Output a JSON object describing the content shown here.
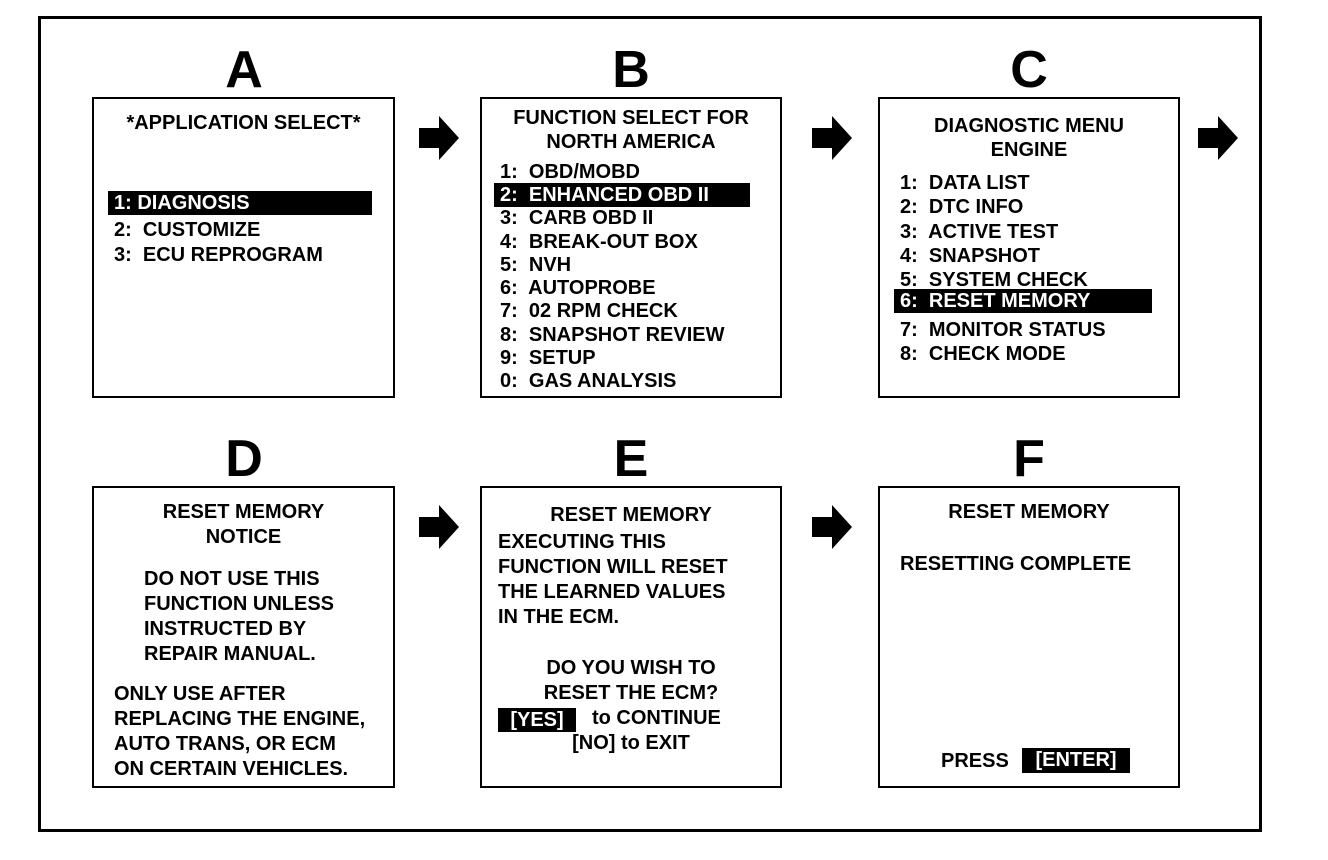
{
  "panels": {
    "a": {
      "letter": "A",
      "title": "*APPLICATION SELECT*",
      "items": [
        "1: DIAGNOSIS",
        "2:  CUSTOMIZE",
        "3:  ECU REPROGRAM"
      ]
    },
    "b": {
      "letter": "B",
      "title": [
        "FUNCTION SELECT FOR",
        "NORTH AMERICA"
      ],
      "items": [
        "1:  OBD/MOBD",
        "2:  ENHANCED OBD II",
        "3:  CARB OBD II",
        "4:  BREAK-OUT BOX",
        "5:  NVH",
        "6:  AUTOPROBE",
        "7:  02 RPM CHECK",
        "8:  SNAPSHOT REVIEW",
        "9:  SETUP",
        "0:  GAS ANALYSIS"
      ]
    },
    "c": {
      "letter": "C",
      "title": [
        "DIAGNOSTIC MENU",
        "ENGINE"
      ],
      "items": [
        "1:  DATA LIST",
        "2:  DTC INFO",
        "3:  ACTIVE TEST",
        "4:  SNAPSHOT",
        "5:  SYSTEM CHECK",
        "6:  RESET MEMORY",
        "7:  MONITOR STATUS",
        "8:  CHECK MODE"
      ]
    },
    "d": {
      "letter": "D",
      "title": [
        "RESET MEMORY",
        "NOTICE"
      ],
      "notice": [
        "DO NOT USE THIS",
        "FUNCTION UNLESS",
        "INSTRUCTED BY",
        "REPAIR MANUAL."
      ],
      "note": [
        "ONLY USE AFTER",
        "REPLACING THE ENGINE,",
        "AUTO TRANS, OR ECM",
        "ON CERTAIN VEHICLES."
      ]
    },
    "e": {
      "letter": "E",
      "title": "RESET MEMORY",
      "body": [
        "EXECUTING THIS",
        "FUNCTION WILL RESET",
        "THE LEARNED VALUES",
        "IN THE ECM."
      ],
      "question": [
        "DO YOU WISH TO",
        "RESET THE ECM?"
      ],
      "yes_key": "[YES]",
      "yes_text": "to CONTINUE",
      "no_text": "[NO] to EXIT"
    },
    "f": {
      "letter": "F",
      "title": "RESET MEMORY",
      "status": "RESETTING COMPLETE",
      "press": "PRESS",
      "enter_key": "[ENTER]"
    }
  }
}
